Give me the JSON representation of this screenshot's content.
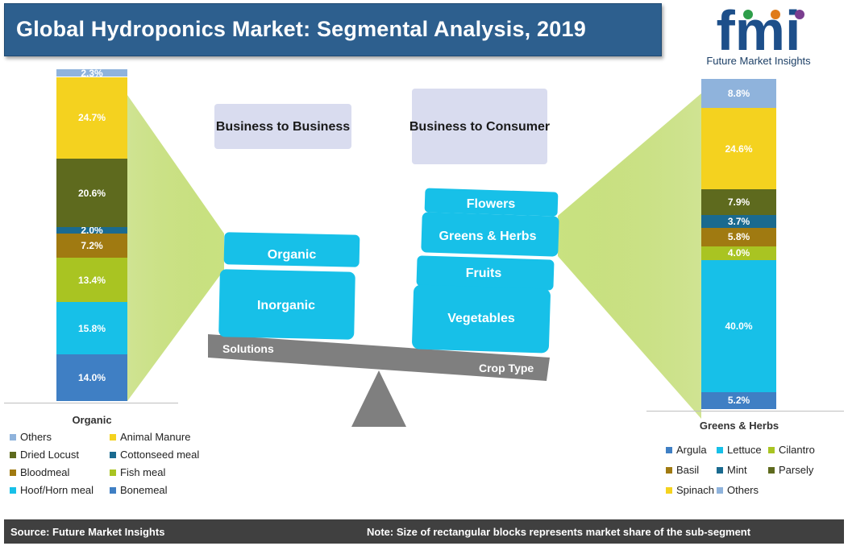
{
  "title": "Global Hydroponics Market: Segmental Analysis, 2019",
  "logo": {
    "letters": "fmi",
    "caption": "Future Market Insights"
  },
  "chart_data": [
    {
      "type": "stacked-bar",
      "xlabel": "Organic",
      "orientation": "vertical",
      "segments": [
        {
          "name": "Bonemeal",
          "value": 14.0,
          "label": "14.0%",
          "color": "#3f7fc4"
        },
        {
          "name": "Hoof/Horn meal",
          "value": 15.8,
          "label": "15.8%",
          "color": "#17c0e8"
        },
        {
          "name": "Fish meal",
          "value": 13.4,
          "label": "13.4%",
          "color": "#a9c422"
        },
        {
          "name": "Bloodmeal",
          "value": 7.2,
          "label": "7.2%",
          "color": "#a07a11"
        },
        {
          "name": "Cottonseed meal",
          "value": 2.0,
          "label": "2.0%",
          "color": "#1a6a8f"
        },
        {
          "name": "Dried Locust",
          "value": 20.6,
          "label": "20.6%",
          "color": "#5e6a1e"
        },
        {
          "name": "Animal Manure",
          "value": 24.7,
          "label": "24.7%",
          "color": "#f4d21f"
        },
        {
          "name": "Others",
          "value": 2.3,
          "label": "2.3%",
          "color": "#8fb3dc"
        }
      ]
    },
    {
      "type": "stacked-bar",
      "xlabel": "Greens & Herbs",
      "orientation": "vertical",
      "segments": [
        {
          "name": "Argula",
          "value": 5.2,
          "label": "5.2%",
          "color": "#3f7fc4"
        },
        {
          "name": "Lettuce",
          "value": 40.0,
          "label": "40.0%",
          "color": "#17c0e8"
        },
        {
          "name": "Cilantro",
          "value": 4.0,
          "label": "4.0%",
          "color": "#a9c422"
        },
        {
          "name": "Basil",
          "value": 5.8,
          "label": "5.8%",
          "color": "#a07a11"
        },
        {
          "name": "Mint",
          "value": 3.7,
          "label": "3.7%",
          "color": "#1a6a8f"
        },
        {
          "name": "Parsely",
          "value": 7.9,
          "label": "7.9%",
          "color": "#5e6a1e"
        },
        {
          "name": "Spinach",
          "value": 24.6,
          "label": "24.6%",
          "color": "#f4d21f"
        },
        {
          "name": "Others",
          "value": 8.8,
          "label": "8.8%",
          "color": "#8fb3dc"
        }
      ]
    }
  ],
  "legend_left": [
    {
      "name": "Others",
      "color": "#8fb3dc"
    },
    {
      "name": "Animal Manure",
      "color": "#f4d21f"
    },
    {
      "name": "Dried Locust",
      "color": "#5e6a1e"
    },
    {
      "name": "Cottonseed meal",
      "color": "#1a6a8f"
    },
    {
      "name": "Bloodmeal",
      "color": "#a07a11"
    },
    {
      "name": "Fish meal",
      "color": "#a9c422"
    },
    {
      "name": "Hoof/Horn meal",
      "color": "#17c0e8"
    },
    {
      "name": "Bonemeal",
      "color": "#3f7fc4"
    }
  ],
  "legend_right": [
    {
      "name": "Argula",
      "color": "#3f7fc4"
    },
    {
      "name": "Lettuce",
      "color": "#17c0e8"
    },
    {
      "name": "Cilantro",
      "color": "#a9c422"
    },
    {
      "name": "Basil",
      "color": "#a07a11"
    },
    {
      "name": "Mint",
      "color": "#1a6a8f"
    },
    {
      "name": "Parsely",
      "color": "#5e6a1e"
    },
    {
      "name": "Spinach",
      "color": "#f4d21f"
    },
    {
      "name": "Others",
      "color": "#8fb3dc"
    }
  ],
  "labels": {
    "b2b": "Business to Business",
    "b2c": "Business to Consumer"
  },
  "seesaw": {
    "solutions_label": "Solutions",
    "crop_type_label": "Crop Type",
    "left_blocks": [
      "Organic",
      "Inorganic"
    ],
    "right_blocks": [
      "Flowers",
      "Greens & Herbs",
      "Fruits",
      "Vegetables"
    ]
  },
  "footer": {
    "source": "Source: Future Market Insights",
    "note": "Note: Size of rectangular blocks represents market share of the sub-segment"
  },
  "colors": {
    "title_bg": "#2d5f8e",
    "block": "#17c0e8",
    "beam": "#7f7f7f",
    "funnel": "#c6e07a",
    "footer_bg": "#404040"
  }
}
